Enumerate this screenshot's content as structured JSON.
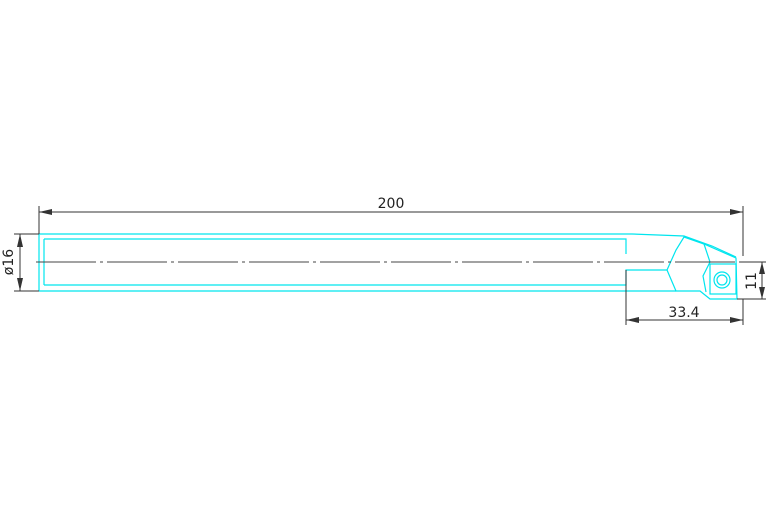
{
  "drawing": {
    "dimensions": {
      "overall_length": "200",
      "shank_diameter": "ø16",
      "head_length": "33.4",
      "head_offset": "11"
    },
    "colors": {
      "outline": "#00e5ee",
      "dimension": "#333333",
      "centerline": "#444444",
      "background": "#ffffff"
    }
  }
}
